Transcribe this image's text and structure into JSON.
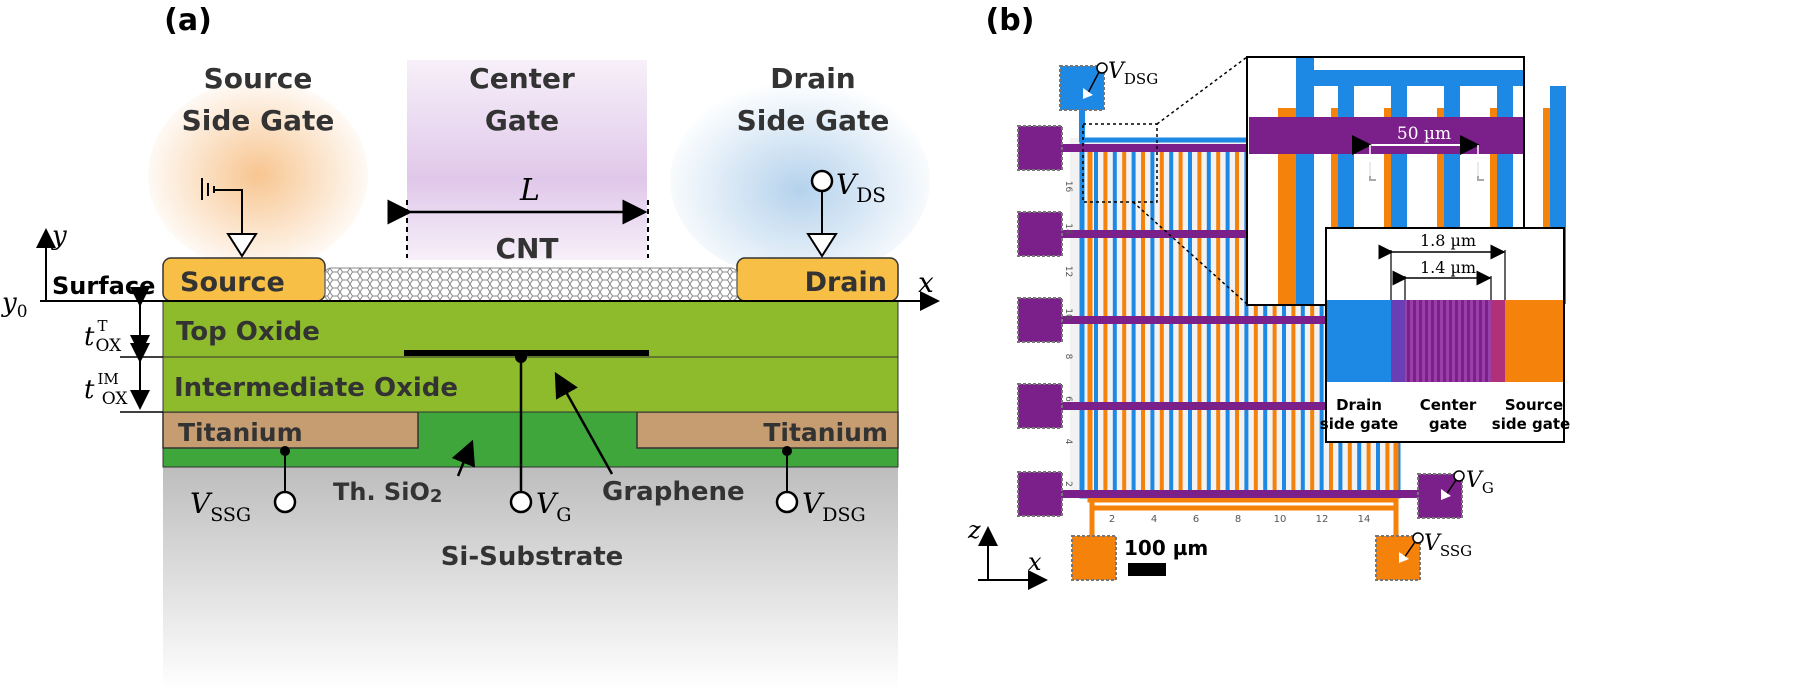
{
  "panel_a": {
    "label": "(a)",
    "gate_labels": {
      "source_side_gate": [
        "Source",
        "Side Gate"
      ],
      "center_gate": [
        "Center",
        "Gate"
      ],
      "drain_side_gate": [
        "Drain",
        "Side Gate"
      ]
    },
    "channel_length": "L",
    "cnt": "CNT",
    "source": "Source",
    "drain": "Drain",
    "surface": "Surface",
    "axis_y": "y",
    "axis_x": "x",
    "y0": "y",
    "y0_sub": "0",
    "vds": "V",
    "vds_sub": "DS",
    "t_ox": "t",
    "t_ox_top_sup": "T",
    "t_ox_sub": "OX",
    "t_ox_im_sup": "IM",
    "layers": {
      "top_oxide": "Top Oxide",
      "intermediate_oxide": "Intermediate Oxide",
      "titanium": "Titanium",
      "thermal_sio2": "Th. SiO",
      "thermal_sio2_sub": "2",
      "graphene": "Graphene",
      "substrate": "Si-Substrate"
    },
    "vssg": "V",
    "vssg_sub": "SSG",
    "vg": "V",
    "vg_sub": "G",
    "vdsg": "V",
    "vdsg_sub": "DSG",
    "colors": {
      "source_gate_glow": "#f5b26b",
      "center_gate_glow": "#c79ad8",
      "drain_gate_glow": "#9cc3e6",
      "contact": "#f7bf45",
      "oxide": "#8dbb2c",
      "thermal_oxide": "#3ea63a",
      "titanium": "#c69c71",
      "substrate": "#c7c7c7"
    }
  },
  "panel_b": {
    "label": "(b)",
    "vdsg": "V",
    "vdsg_sub": "DSG",
    "vg": "V",
    "vg_sub": "G",
    "vssg": "V",
    "vssg_sub": "SSG",
    "axis_z": "z",
    "axis_x": "x",
    "scale_bar": "100 µm",
    "inset_pitch": "50 µm",
    "inset_gap_outer": "1.8 µm",
    "inset_gap_inner": "1.4 µm",
    "inset_labels": {
      "drain": [
        "Drain",
        "side gate"
      ],
      "center": [
        "Center",
        "gate"
      ],
      "source": [
        "Source",
        "side gate"
      ]
    },
    "bottom_ticks": [
      "2",
      "4",
      "6",
      "8",
      "10",
      "12",
      "14"
    ],
    "left_ticks": [
      "2",
      "4",
      "6",
      "8",
      "10",
      "12",
      "14",
      "16"
    ],
    "colors": {
      "drain_gate": "#1e88e5",
      "source_gate": "#f5820a",
      "center_gate": "#7b1f8a"
    }
  }
}
